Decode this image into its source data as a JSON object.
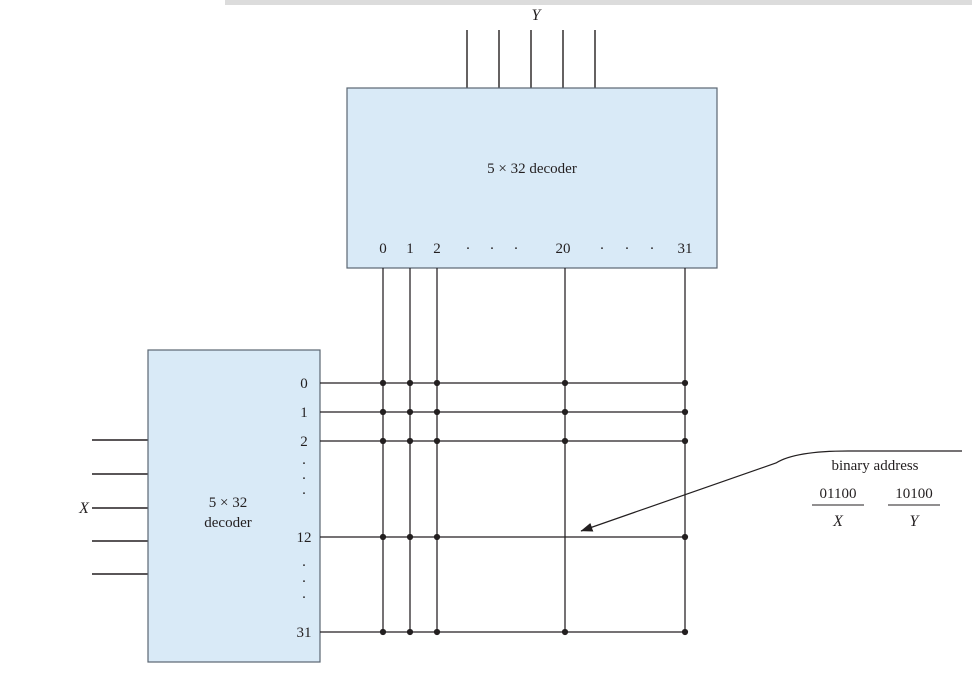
{
  "diagram": {
    "top_decoder": {
      "label": "5 × 32 decoder",
      "input_label": "Y",
      "output_labels": [
        "0",
        "1",
        "2",
        "·",
        "·",
        "·",
        "20",
        "·",
        "·",
        "·",
        "31"
      ]
    },
    "left_decoder": {
      "label_line1": "5 × 32",
      "label_line2": "decoder",
      "input_label": "X",
      "output_labels": [
        "0",
        "1",
        "2",
        "·",
        "·",
        "·",
        "12",
        "·",
        "·",
        "·",
        "31"
      ]
    },
    "annotation": {
      "title": "binary address",
      "x_value": "01100",
      "x_label": "X",
      "y_value": "10100",
      "y_label": "Y"
    },
    "colors": {
      "decoder_fill": "#d9eaf7",
      "line": "#231f20"
    }
  }
}
